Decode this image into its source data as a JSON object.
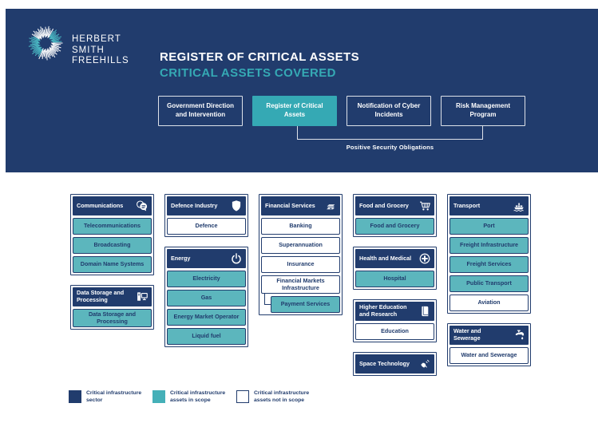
{
  "brand": {
    "lines": [
      "HERBERT",
      "SMITH",
      "FREEHILLS"
    ]
  },
  "header": {
    "title": "REGISTER OF CRITICAL ASSETS",
    "subtitle": "CRITICAL ASSETS COVERED",
    "nav": [
      {
        "label": "Government Direction and Intervention",
        "active": false
      },
      {
        "label": "Register of Critical Assets",
        "active": true
      },
      {
        "label": "Notification of Cyber Incidents",
        "active": false
      },
      {
        "label": "Risk Management Program",
        "active": false
      }
    ],
    "bracket_label": "Positive Security Obligations"
  },
  "colors": {
    "navy": "#213c6d",
    "teal": "#35a9b4",
    "teal_light": "#5cb6bd"
  },
  "columns": [
    [
      {
        "name": "Communications",
        "icon": "speech-bubbles",
        "assets": [
          {
            "label": "Telecommunications",
            "in_scope": true
          },
          {
            "label": "Broadcasting",
            "in_scope": true
          },
          {
            "label": "Domain Name Systems",
            "in_scope": true
          }
        ]
      },
      {
        "name": "Data Storage and Processing",
        "icon": "computer",
        "assets": [
          {
            "label": "Data Storage and Processing",
            "in_scope": true
          }
        ]
      }
    ],
    [
      {
        "name": "Defence Industry",
        "icon": "shield",
        "assets": [
          {
            "label": "Defence",
            "in_scope": false
          }
        ]
      },
      {
        "name": "Energy",
        "icon": "power",
        "assets": [
          {
            "label": "Electricity",
            "in_scope": true
          },
          {
            "label": "Gas",
            "in_scope": true
          },
          {
            "label": "Energy Market Operator",
            "in_scope": true
          },
          {
            "label": "Liquid fuel",
            "in_scope": true
          }
        ]
      }
    ],
    [
      {
        "name": "Financial Services",
        "icon": "banknotes",
        "assets": [
          {
            "label": "Banking",
            "in_scope": false
          },
          {
            "label": "Superannuation",
            "in_scope": false
          },
          {
            "label": "Insurance",
            "in_scope": false
          },
          {
            "label": "Financial Markets Infrastructure",
            "in_scope": false
          },
          {
            "label": "Payment Services",
            "in_scope": true,
            "indent": true
          }
        ]
      }
    ],
    [
      {
        "name": "Food and Grocery",
        "icon": "shopping-cart",
        "assets": [
          {
            "label": "Food and Grocery",
            "in_scope": true
          }
        ]
      },
      {
        "name": "Health and Medical",
        "icon": "medical-cross",
        "assets": [
          {
            "label": "Hospital",
            "in_scope": true
          }
        ]
      },
      {
        "name": "Higher Education and Research",
        "icon": "book",
        "assets": [
          {
            "label": "Education",
            "in_scope": false
          }
        ]
      },
      {
        "name": "Space Technology",
        "icon": "satellite",
        "assets": []
      }
    ],
    [
      {
        "name": "Transport",
        "icon": "ship",
        "assets": [
          {
            "label": "Port",
            "in_scope": true
          },
          {
            "label": "Freight Infrastructure",
            "in_scope": true
          },
          {
            "label": "Freight Services",
            "in_scope": true
          },
          {
            "label": "Public Transport",
            "in_scope": true
          },
          {
            "label": "Aviation",
            "in_scope": false
          }
        ]
      },
      {
        "name": "Water and Sewerage",
        "icon": "tap",
        "assets": [
          {
            "label": "Water and Sewerage",
            "in_scope": false
          }
        ]
      }
    ]
  ],
  "legend": [
    {
      "label": "Critical infrastructure sector",
      "swatch": "navy"
    },
    {
      "label": "Critical infrastructure assets in scope",
      "swatch": "teal"
    },
    {
      "label": "Critical infrastructure assets not in scope",
      "swatch": "white"
    }
  ]
}
